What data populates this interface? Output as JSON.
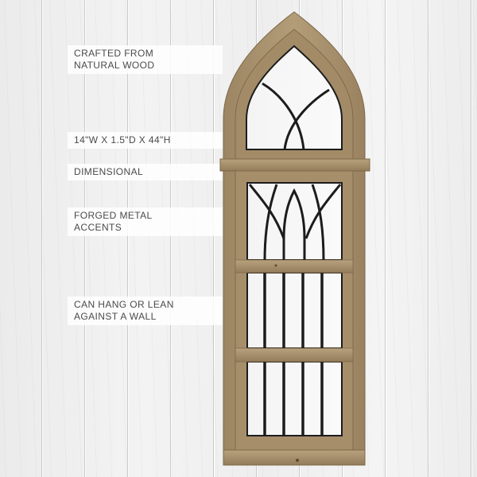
{
  "product": {
    "name": "Gothic arch wood window frame with forged metal accents",
    "wood_color": "#a88f6c",
    "metal_color": "#1c1c1c",
    "background": "white-washed wood plank wall"
  },
  "features": [
    {
      "lines": [
        "CRAFTED FROM",
        "NATURAL WOOD"
      ]
    },
    {
      "lines": [
        "14\"W X 1.5\"D X 44\"H"
      ]
    },
    {
      "lines": [
        "DIMENSIONAL"
      ]
    },
    {
      "lines": [
        "FORGED METAL",
        "ACCENTS"
      ]
    },
    {
      "lines": [
        "CAN HANG OR LEAN",
        "AGAINST A WALL"
      ]
    }
  ]
}
